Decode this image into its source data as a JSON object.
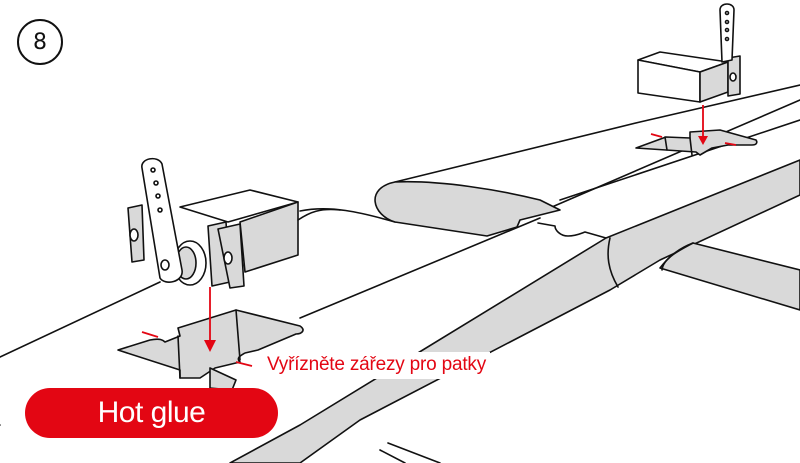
{
  "step": {
    "number": "8"
  },
  "callout": {
    "text": "Vyřízněte zářezy pro patky"
  },
  "badge": {
    "label": "Hot glue"
  },
  "colors": {
    "accent_red": "#e30613",
    "line": "#111111",
    "fill_gray": "#d9d9d9",
    "background": "#ffffff"
  },
  "illustration": {
    "elements": [
      "wing",
      "fuselage",
      "horizontal-stabilizer",
      "servo-left",
      "servo-right",
      "servo-cutout-left",
      "servo-cutout-right",
      "red-arrow-left",
      "red-arrow-right",
      "cut-markers"
    ]
  }
}
